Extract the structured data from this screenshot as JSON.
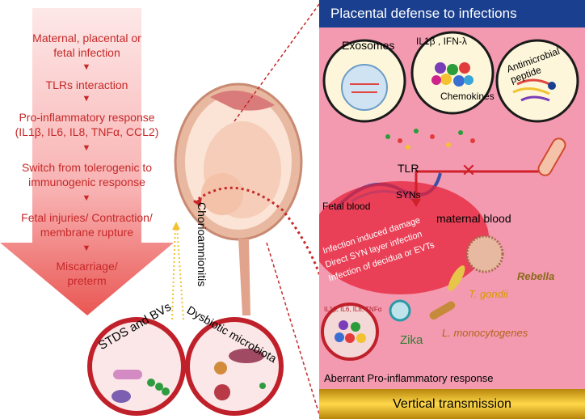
{
  "left_flow": {
    "steps": [
      "Maternal, placental or",
      "fetal infection",
      "TLRs interaction",
      "Pro-inflammatory response",
      "(IL1β, IL6, IL8, TNFα, CCL2)",
      "Switch from tolerogenic to",
      "immunogenic response",
      "Fetal injuries/ Contraction/",
      "membrane rupture",
      "Miscarriage/",
      "preterm"
    ]
  },
  "center": {
    "chorioamnionitis": "Chorioamnionitis",
    "stds_bvs": "STDS and BVs",
    "dysbiotic": "Dysbiotic microbiota"
  },
  "right": {
    "title": "Placental defense to infections",
    "exosomes": "Exosomes",
    "cytokines": "IL1β , IFN-λ",
    "chemokines": "Chemokines",
    "antimicrobial": "Antimicrobial peptide",
    "tlr": "TLR",
    "syns": "SYNs",
    "fetal_blood": "Fetal blood",
    "maternal_blood": "maternal blood",
    "damage_1": "Infection induced damage",
    "damage_2": "Direct SYN layer infection",
    "damage_3": "Infection of decidua or EVTs",
    "rebella": "Rebella",
    "t_gondii": "T. gondii",
    "zika": "Zika",
    "listeria": "L. monocytogenes",
    "aberrant_cytokines": "IL1β, IL6, IL8, TNFα",
    "aberrant": "Aberrant Pro-inflammatory response",
    "bottom": "Vertical transmission"
  },
  "colors": {
    "flow_red": "#c62828",
    "panel_pink": "#f39ab0",
    "title_blue": "#1a3f8f",
    "gold": "#ffd84a"
  }
}
